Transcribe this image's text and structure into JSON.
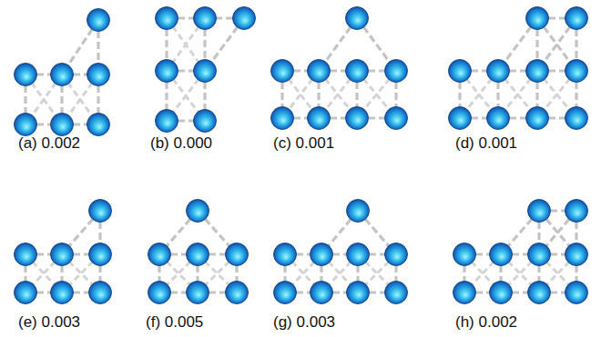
{
  "diagram": {
    "labels": [
      "(a) 0.002",
      "(b) 0.000",
      "(c) 0.001",
      "(d) 0.001",
      "(e) 0.003",
      "(f) 0.005",
      "(g) 0.003",
      "(h) 0.002"
    ]
  }
}
